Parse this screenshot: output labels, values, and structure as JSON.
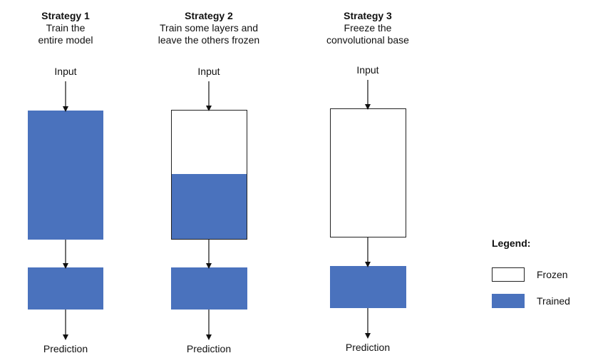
{
  "colors": {
    "trained": "#4a72bd",
    "frozen": "#ffffff"
  },
  "strategies": [
    {
      "heading": "Strategy 1",
      "line1": "Train the",
      "line2": "entire model",
      "input": "Input",
      "output": "Prediction"
    },
    {
      "heading": "Strategy 2",
      "line1": "Train some layers and",
      "line2": "leave the others frozen",
      "input": "Input",
      "output": "Prediction"
    },
    {
      "heading": "Strategy 3",
      "line1": "Freeze the",
      "line2": "convolutional base",
      "input": "Input",
      "output": "Prediction"
    }
  ],
  "legend": {
    "title": "Legend:",
    "frozen": "Frozen",
    "trained": "Trained"
  }
}
